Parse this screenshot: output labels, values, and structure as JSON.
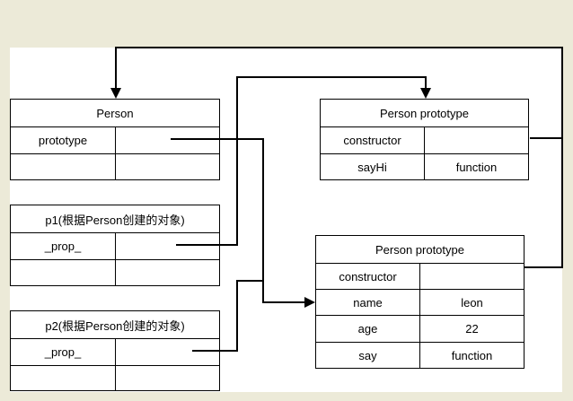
{
  "tables": {
    "person": {
      "title": "Person",
      "rows": [
        [
          "prototype",
          ""
        ],
        [
          "",
          ""
        ]
      ]
    },
    "person_proto_top": {
      "title": "Person prototype",
      "rows": [
        [
          "constructor",
          ""
        ],
        [
          "sayHi",
          "function"
        ]
      ]
    },
    "p1": {
      "title": "p1(根据Person创建的对象)",
      "rows": [
        [
          "_prop_",
          ""
        ],
        [
          "",
          ""
        ]
      ]
    },
    "p2": {
      "title": "p2(根据Person创建的对象)",
      "rows": [
        [
          "_prop_",
          ""
        ],
        [
          "",
          ""
        ]
      ]
    },
    "person_proto_bottom": {
      "title": "Person prototype",
      "rows": [
        [
          "constructor",
          ""
        ],
        [
          "name",
          "leon"
        ],
        [
          "age",
          "22"
        ],
        [
          "say",
          "function"
        ]
      ]
    }
  }
}
